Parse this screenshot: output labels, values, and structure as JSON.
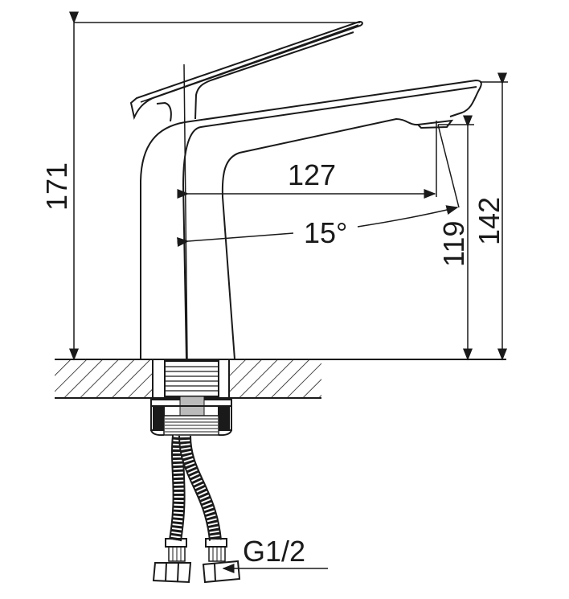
{
  "diagram": {
    "subject": "faucet-side-view",
    "dimensions": {
      "total_height": "171",
      "spout_reach": "127",
      "spout_angle": "15°",
      "outlet_height": "119",
      "spout_top_height": "142",
      "connection_thread": "G1/2"
    },
    "colors": {
      "line": "#1a1a1a",
      "background": "#ffffff"
    }
  }
}
